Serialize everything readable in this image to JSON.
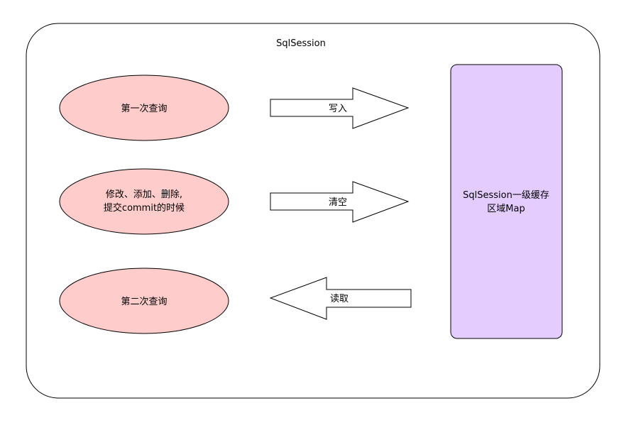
{
  "diagram": {
    "container_title": "SqlSession",
    "operations": [
      {
        "lines": [
          "第一次查询"
        ]
      },
      {
        "lines": [
          "修改、添加、删除,",
          "提交commit的时候"
        ]
      },
      {
        "lines": [
          "第二次查询"
        ]
      }
    ],
    "arrows": [
      {
        "label": "写入",
        "direction": "right"
      },
      {
        "label": "清空",
        "direction": "right"
      },
      {
        "label": "读取",
        "direction": "left"
      }
    ],
    "cache": {
      "lines": [
        "SqlSession一级缓存",
        "区域Map"
      ]
    }
  },
  "colors": {
    "operation_fill": "#ffcccc",
    "cache_fill": "#e5ccff",
    "stroke": "#000000",
    "background": "#ffffff"
  }
}
